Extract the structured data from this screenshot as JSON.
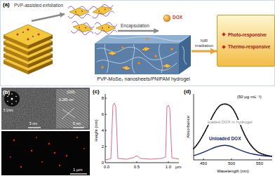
{
  "diagram": {
    "nodes": [
      {
        "text": [
          "(a)"
        ]
      },
      {
        "text": [
          "PVP-MoSe₂ nanosheets/PNIPAM hydrogel"
        ],
        "in": 0
      },
      {
        "text": [
          "Photo-responsive",
          "Thermo-responsive"
        ],
        "in": 0
      }
    ],
    "edges": [
      {
        "from": 1,
        "to": 2,
        "arrow": "to",
        "label": "NIR irradiation"
      }
    ],
    "labels": [
      "PVP-assisted exfoliation",
      "Encapsulation",
      "DOX",
      "(b)",
      "5 1/nm",
      "(100)",
      "0.285 nm",
      "5 nm",
      "5 nm",
      "1 μm",
      "(c)",
      "Height (nm)",
      "8",
      "6",
      "4",
      "2",
      "0",
      "0.0",
      "0.5",
      "1.0",
      "μm",
      "(d)",
      "(50 μg·mL⁻¹)",
      "loaded DOX in hydrogel",
      "Unloaded DOX",
      "Absorbance",
      "Wavelength (nm)",
      "450",
      "500",
      "550"
    ]
  }
}
